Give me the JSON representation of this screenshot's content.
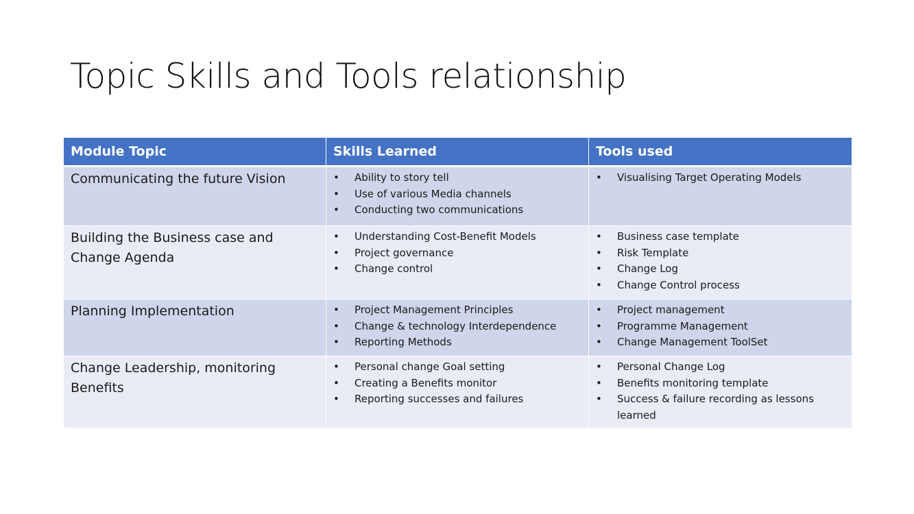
{
  "slide": {
    "title": "Topic Skills and Tools relationship"
  },
  "table": {
    "headers": [
      "Module Topic",
      "Skills Learned",
      "Tools used"
    ],
    "bullet": "•",
    "rows": [
      {
        "topic": "Communicating the future Vision",
        "skills": [
          "Ability to story tell",
          "Use of various Media channels",
          "Conducting two communications"
        ],
        "tools": [
          "Visualising Target Operating Models"
        ]
      },
      {
        "topic": "Building the Business case and Change Agenda",
        "skills": [
          "Understanding Cost-Benefit Models",
          "Project governance",
          "Change control"
        ],
        "tools": [
          "Business case template",
          "Risk Template",
          "Change Log",
          "Change Control process"
        ]
      },
      {
        "topic": "Planning Implementation",
        "skills": [
          "Project Management Principles",
          "Change & technology Interdependence",
          "Reporting Methods"
        ],
        "tools": [
          "Project management",
          "Programme Management",
          "Change Management ToolSet"
        ]
      },
      {
        "topic": "Change Leadership, monitoring Benefits",
        "skills": [
          "Personal change Goal setting",
          "Creating a Benefits monitor",
          "Reporting successes and failures"
        ],
        "tools": [
          "Personal Change Log",
          "Benefits monitoring template",
          "Success & failure recording as lessons learned"
        ]
      }
    ]
  }
}
